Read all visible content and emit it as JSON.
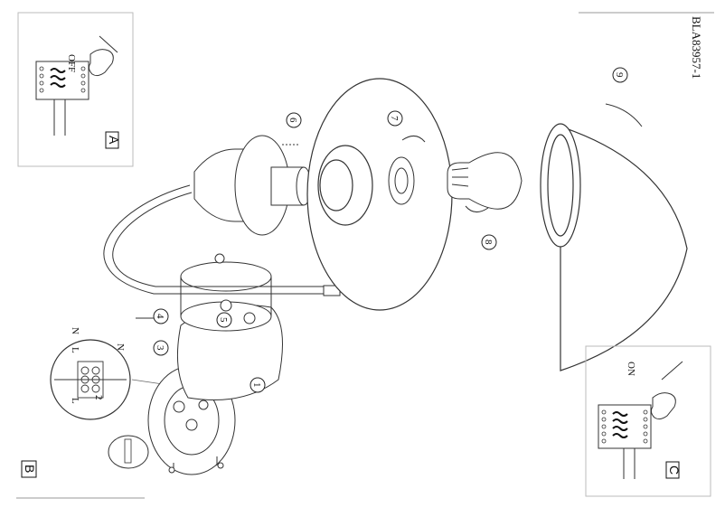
{
  "document_id": "BLA83957-1",
  "switch_off_label": "OFF",
  "switch_on_label": "ON",
  "panel_labels": {
    "a": "A",
    "b": "B",
    "c": "C"
  },
  "terminal_labels": {
    "live": "L",
    "neutral": "N"
  },
  "step_numbers": [
    "1",
    "2",
    "3",
    "4",
    "5",
    "6",
    "7",
    "8",
    "9"
  ]
}
